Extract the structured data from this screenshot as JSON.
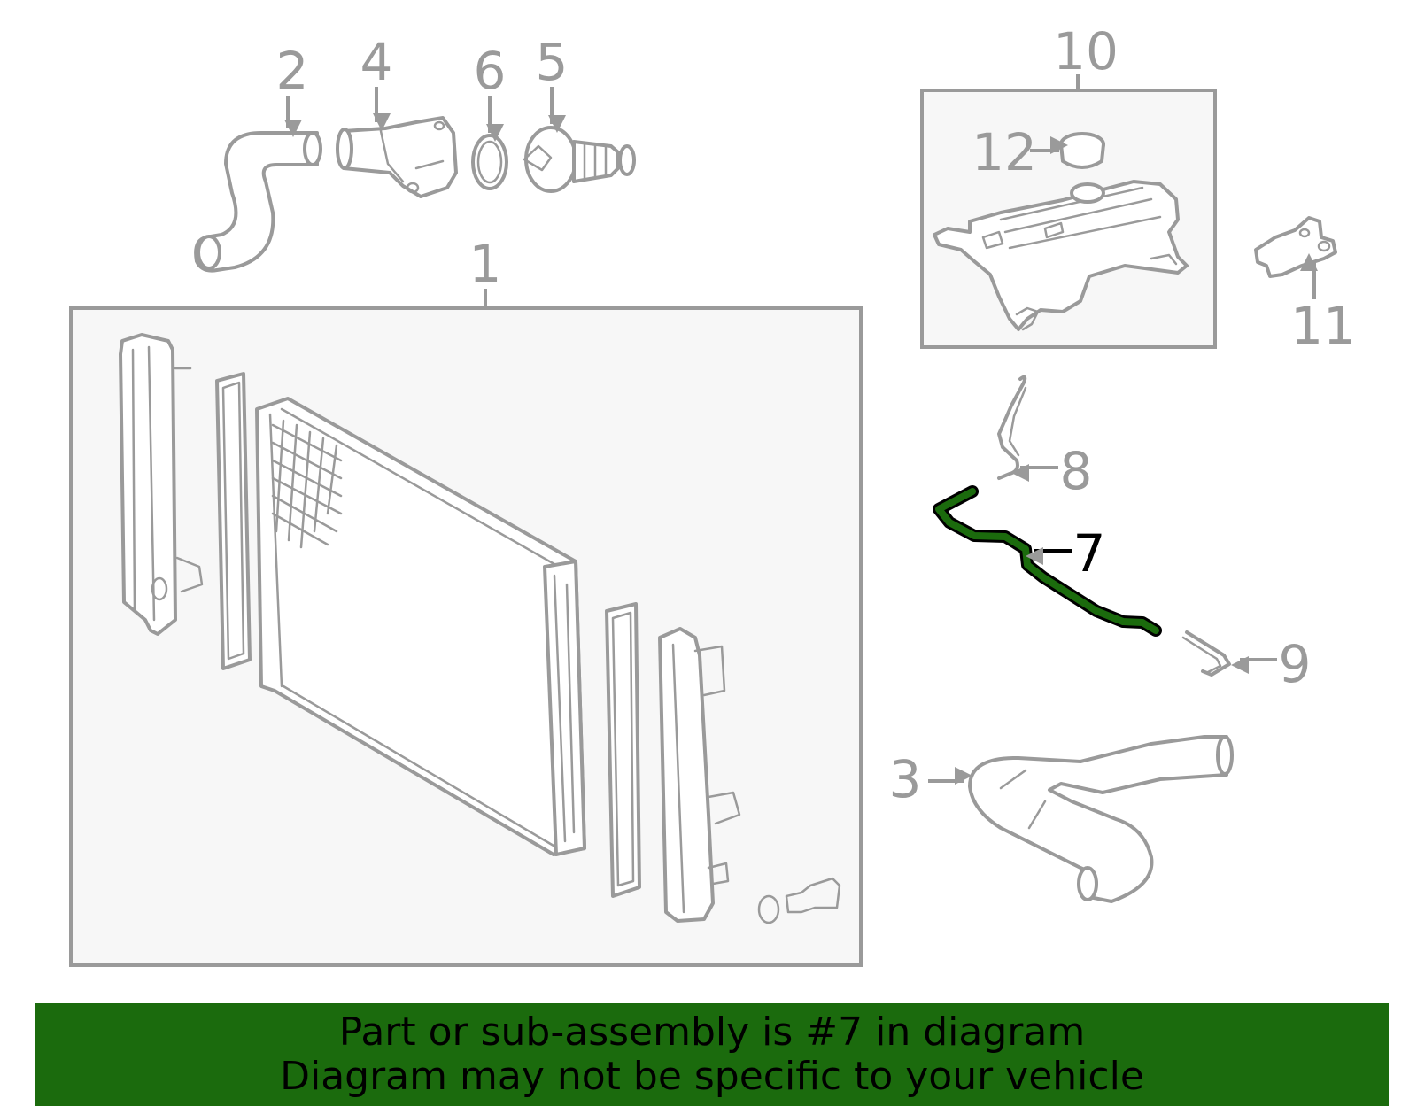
{
  "callouts": {
    "c1": "1",
    "c2": "2",
    "c3": "3",
    "c4": "4",
    "c5": "5",
    "c6": "6",
    "c7": "7",
    "c8": "8",
    "c9": "9",
    "c10": "10",
    "c11": "11",
    "c12": "12"
  },
  "highlight": {
    "part_number": "7",
    "color": "#1b6b0d"
  },
  "colors": {
    "part_stroke": "#9a9a9a",
    "box_fill": "#f7f7f7",
    "banner": "#1b6b0d"
  },
  "banner": {
    "line1": "Part or sub-assembly is #7 in diagram",
    "line2": "Diagram may not be specific to your vehicle"
  }
}
